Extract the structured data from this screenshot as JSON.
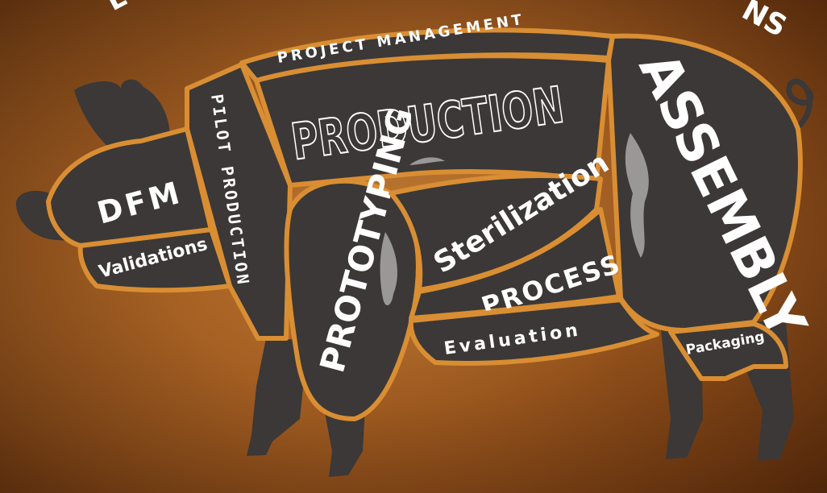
{
  "header_partial": {
    "left": "E",
    "right": "NS"
  },
  "sections": {
    "project_management": "PROJECT MANAGEMENT",
    "production": "PRODUCTION",
    "assembly": "ASSEMBLY",
    "pilot_production": "PILOT PRODUCTION",
    "dfm": "DFM",
    "validations": "Validations",
    "prototyping": "PROTOTYPING",
    "sterilization": "Sterilization",
    "process": "PROCESS",
    "evaluation": "Evaluation",
    "packaging": "Packaging"
  },
  "colors": {
    "panel": "#3b3837",
    "outline": "#d98e33",
    "text": "#ffffff",
    "leaf": "#9a9896"
  }
}
